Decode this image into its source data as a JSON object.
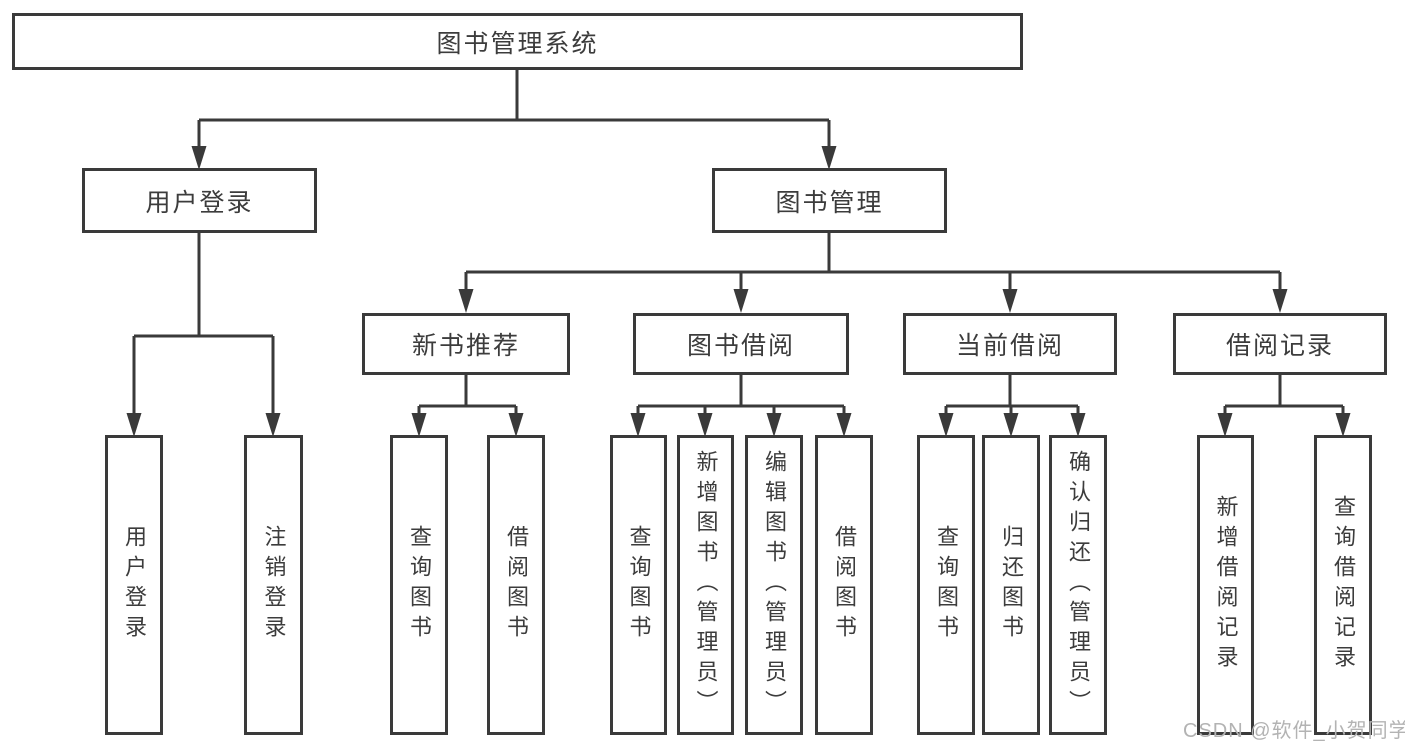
{
  "colors": {
    "line-color": "#3a3a3a",
    "text-color": "#3c3c3c",
    "watermark-color": "#b3b3b3"
  },
  "watermark": {
    "text": "CSDN @软件_小贺同学"
  },
  "diagram": {
    "type": "tree",
    "root": {
      "label": "图书管理系统",
      "children": [
        {
          "label": "用户登录",
          "children": [
            {
              "label": "用户登录"
            },
            {
              "label": "注销登录"
            }
          ]
        },
        {
          "label": "图书管理",
          "children": [
            {
              "label": "新书推荐",
              "children": [
                {
                  "label": "查询图书"
                },
                {
                  "label": "借阅图书"
                }
              ]
            },
            {
              "label": "图书借阅",
              "children": [
                {
                  "label": "查询图书"
                },
                {
                  "label": "新增图书（管理员）"
                },
                {
                  "label": "编辑图书（管理员）"
                },
                {
                  "label": "借阅图书"
                }
              ]
            },
            {
              "label": "当前借阅",
              "children": [
                {
                  "label": "查询图书"
                },
                {
                  "label": "归还图书"
                },
                {
                  "label": "确认归还（管理员）"
                }
              ]
            },
            {
              "label": "借阅记录",
              "children": [
                {
                  "label": "新增借阅记录"
                },
                {
                  "label": "查询借阅记录"
                }
              ]
            }
          ]
        }
      ]
    }
  }
}
